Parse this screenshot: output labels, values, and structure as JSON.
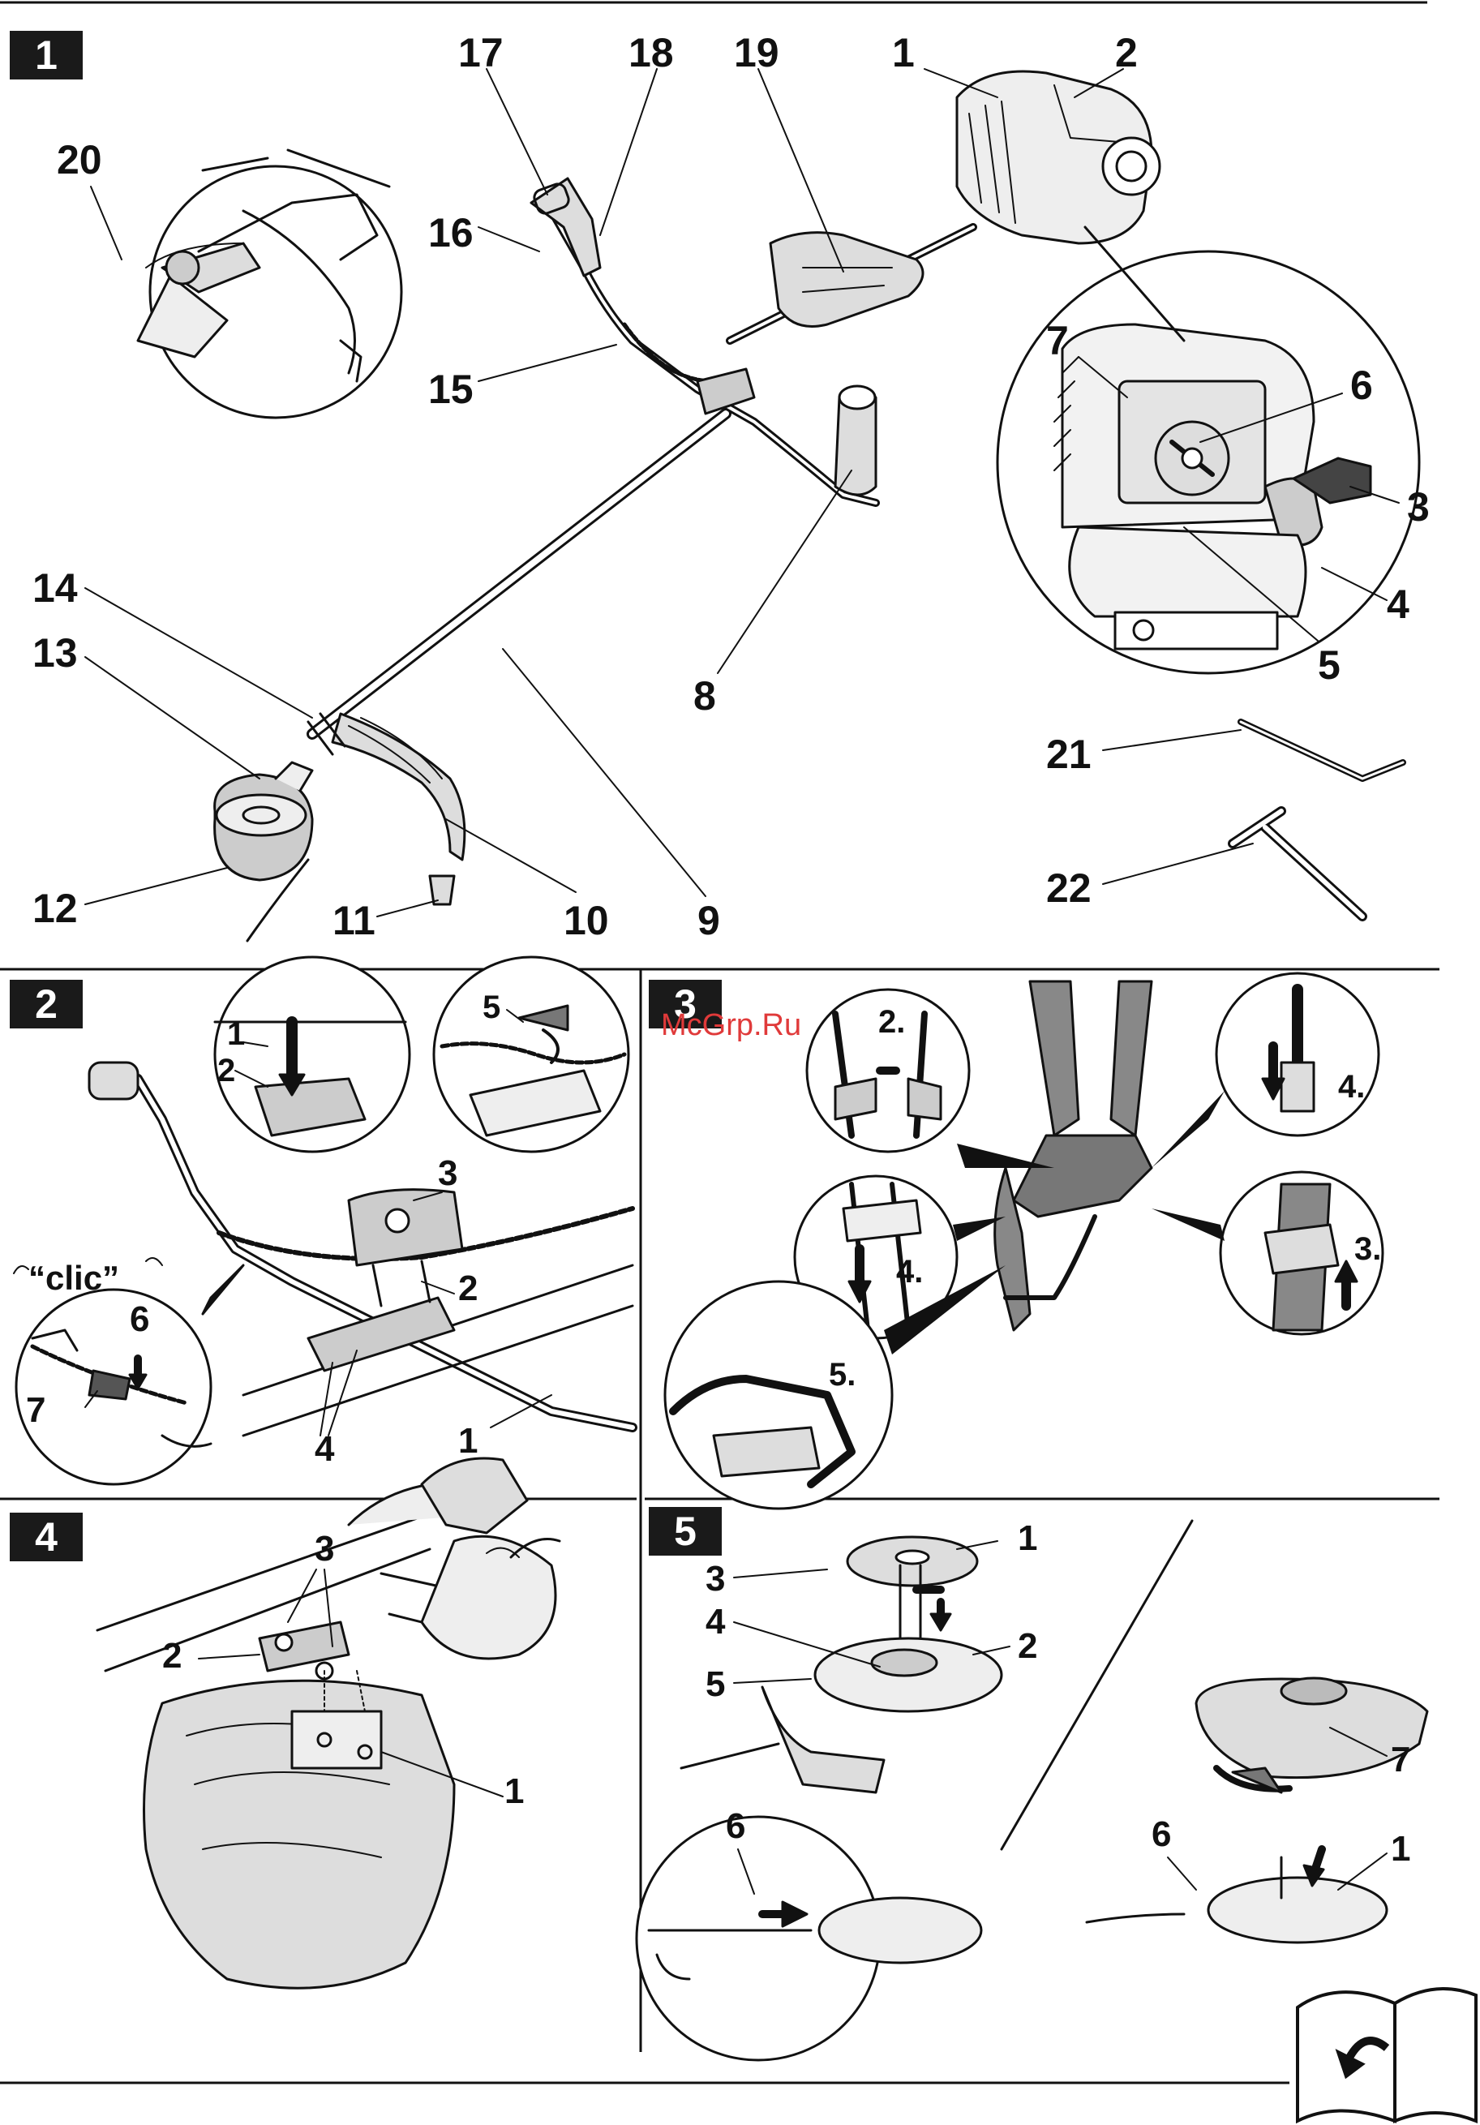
{
  "sections": [
    {
      "badge": "1"
    },
    {
      "badge": "2"
    },
    {
      "badge": "3"
    },
    {
      "badge": "4"
    },
    {
      "badge": "5"
    }
  ],
  "fig1": {
    "labels": [
      "17",
      "18",
      "19",
      "1",
      "2",
      "20",
      "16",
      "15",
      "7",
      "6",
      "3",
      "4",
      "5",
      "8",
      "14",
      "13",
      "21",
      "22",
      "12",
      "11",
      "10",
      "9"
    ]
  },
  "fig2": {
    "labels": [
      "1",
      "2",
      "5",
      "3",
      "2",
      "4",
      "1",
      "6",
      "7"
    ],
    "clic": "“clic”"
  },
  "fig3": {
    "steps": [
      "2.",
      "4.",
      "4.",
      "3.",
      "5."
    ],
    "watermark": "McGrp.Ru"
  },
  "fig4": {
    "labels": [
      "3",
      "2",
      "1"
    ]
  },
  "fig5": {
    "labels": [
      "1",
      "3",
      "4",
      "2",
      "5",
      "6",
      "6",
      "7",
      "1"
    ]
  },
  "icons": {
    "manual": "open-book-arrow-icon"
  }
}
